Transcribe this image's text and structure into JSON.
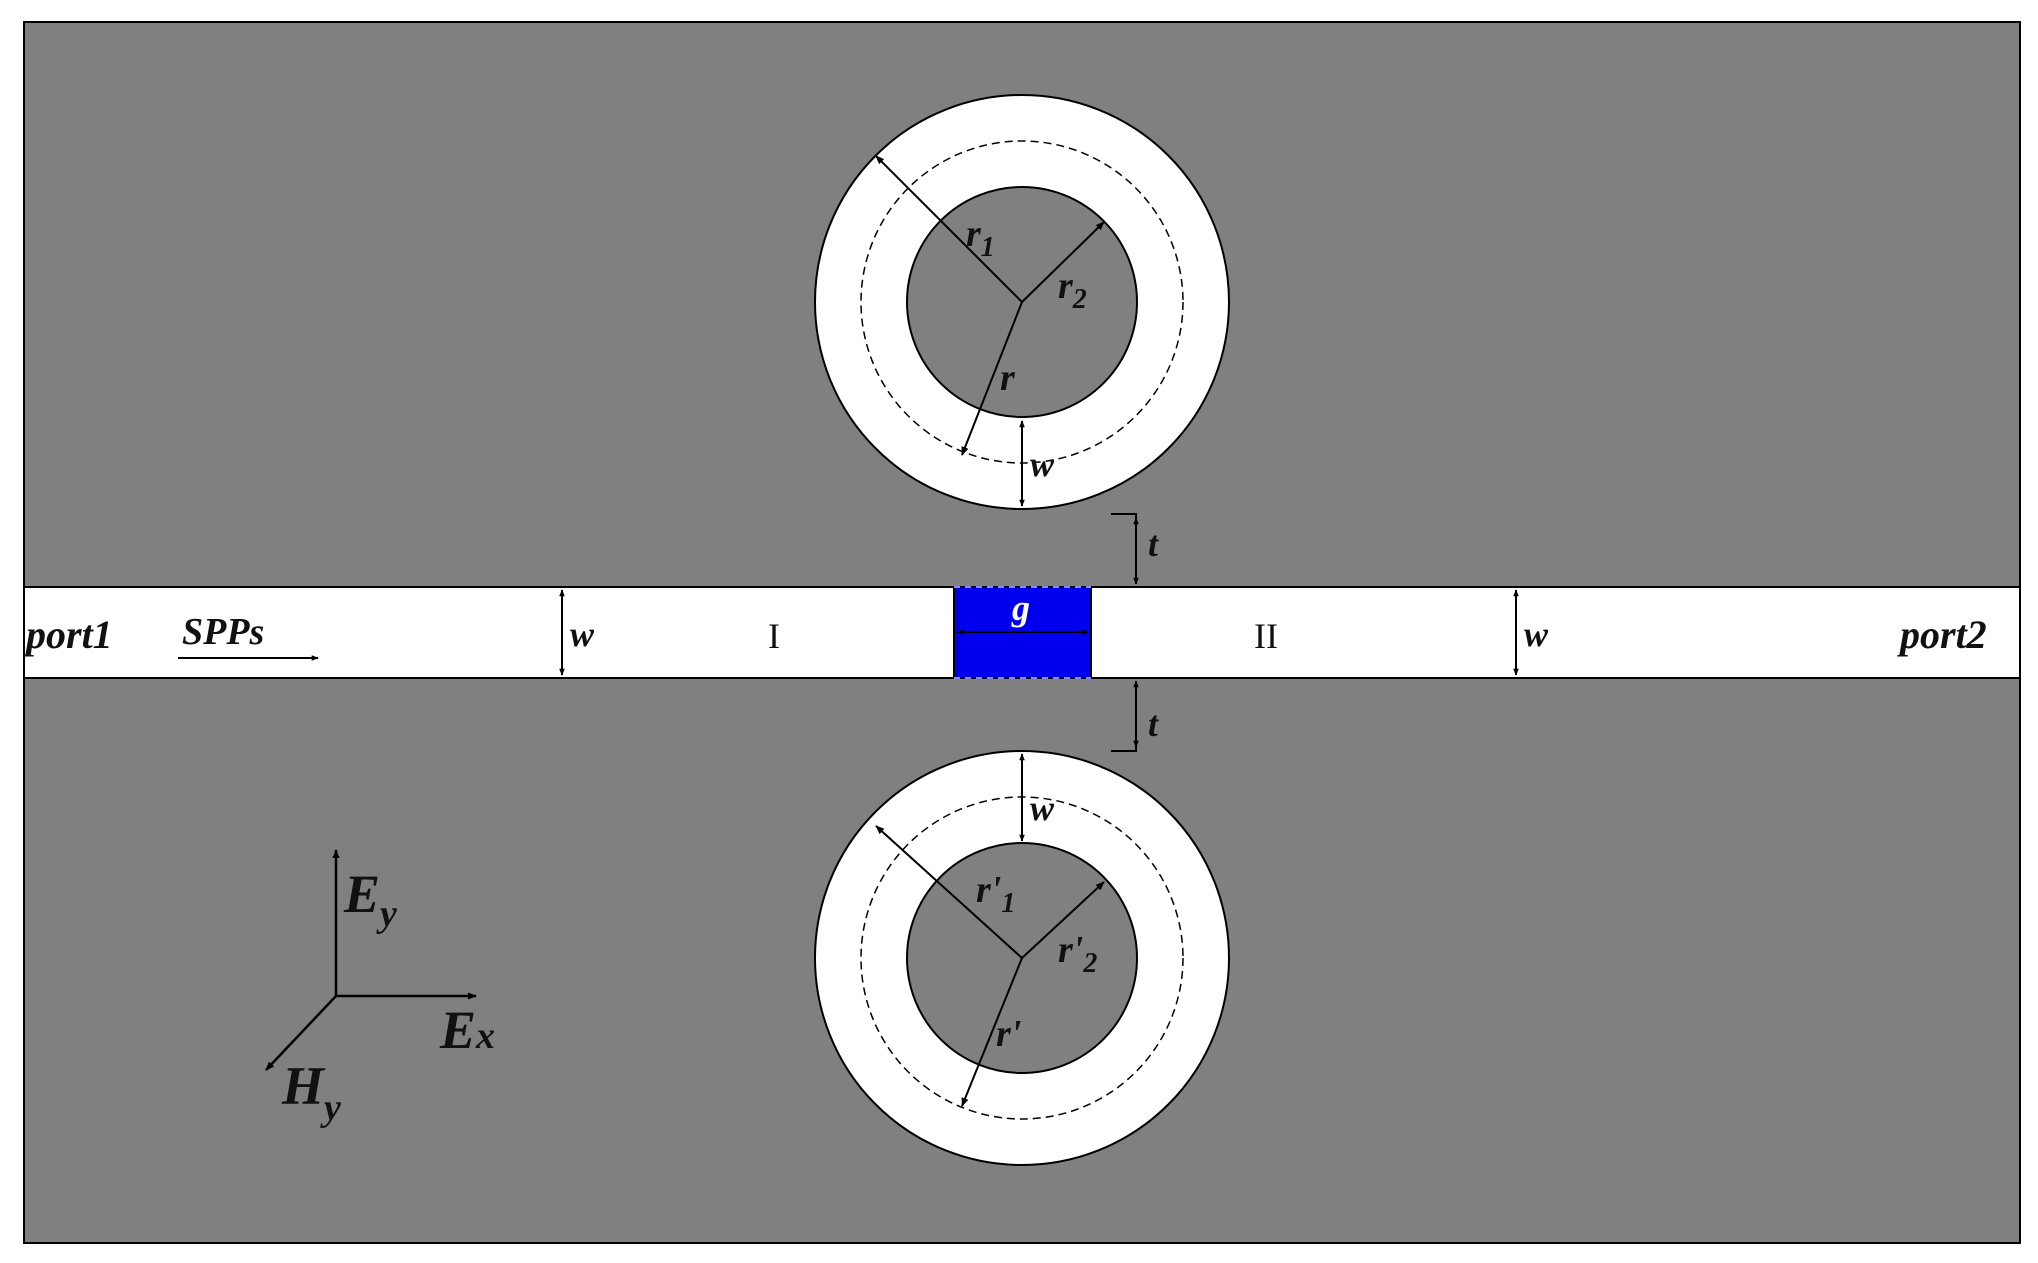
{
  "colors": {
    "metal": "#808080",
    "dielectric": "#ffffff",
    "gap_fill": "#0000ee",
    "outline": "#000000"
  },
  "labels": {
    "port_left": "port1",
    "port_right": "port2",
    "spps": "SPPs",
    "section_left": "I",
    "section_right": "II",
    "gap": "g",
    "waveguide_width": "w",
    "coupling_distance": "t",
    "upper_ring": {
      "outer_radius_letter": "r",
      "outer_radius_sub": "1",
      "inner_radius_letter": "r",
      "inner_radius_sub": "2",
      "mean_radius": "r",
      "width": "w"
    },
    "lower_ring": {
      "outer_radius_letter": "r'",
      "outer_radius_sub": "1",
      "inner_radius_letter": "r'",
      "inner_radius_sub": "2",
      "mean_radius": "r'",
      "width": "w"
    },
    "axes": {
      "ey_letter": "E",
      "ey_sub": "y",
      "ex_letter": "E",
      "ex_sub": "x",
      "hy_letter": "H",
      "hy_sub": "y"
    }
  }
}
